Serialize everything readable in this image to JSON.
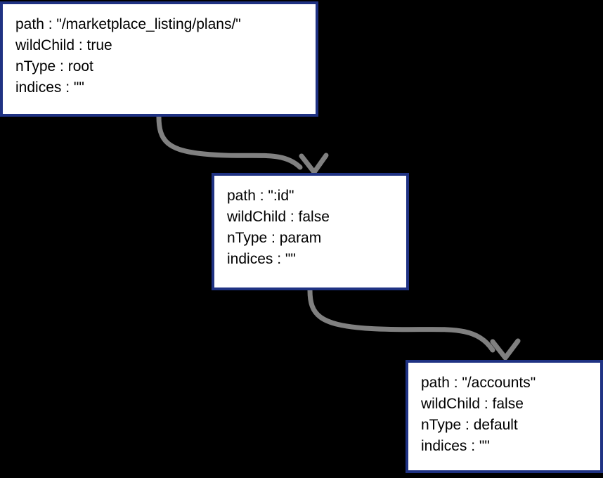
{
  "diagram": {
    "type": "tree",
    "background_color": "#000000",
    "node_border_color": "#1f3283",
    "node_fill_color": "#ffffff",
    "node_text_color": "#000000",
    "edge_color": "#808080",
    "nodes": [
      {
        "id": "root",
        "lines": [
          "path : \"/marketplace_listing/plans/\"",
          "wildChild : true",
          "nType : root",
          "indices : \"\""
        ],
        "fields": {
          "path": "\"/marketplace_listing/plans/\"",
          "wildChild": "true",
          "nType": "root",
          "indices": "\"\""
        }
      },
      {
        "id": "param",
        "lines": [
          "path : \":id\"",
          "wildChild : false",
          "nType : param",
          "indices : \"\""
        ],
        "fields": {
          "path": "\":id\"",
          "wildChild": "false",
          "nType": "param",
          "indices": "\"\""
        }
      },
      {
        "id": "default",
        "lines": [
          "path : \"/accounts\"",
          "wildChild : false",
          "nType : default",
          "indices : \"\""
        ],
        "fields": {
          "path": "\"/accounts\"",
          "wildChild": "false",
          "nType": "default",
          "indices": "\"\""
        }
      }
    ],
    "edges": [
      {
        "id": "root-to-param",
        "from": "root",
        "to": "param"
      },
      {
        "id": "param-to-default",
        "from": "param",
        "to": "default"
      }
    ]
  }
}
